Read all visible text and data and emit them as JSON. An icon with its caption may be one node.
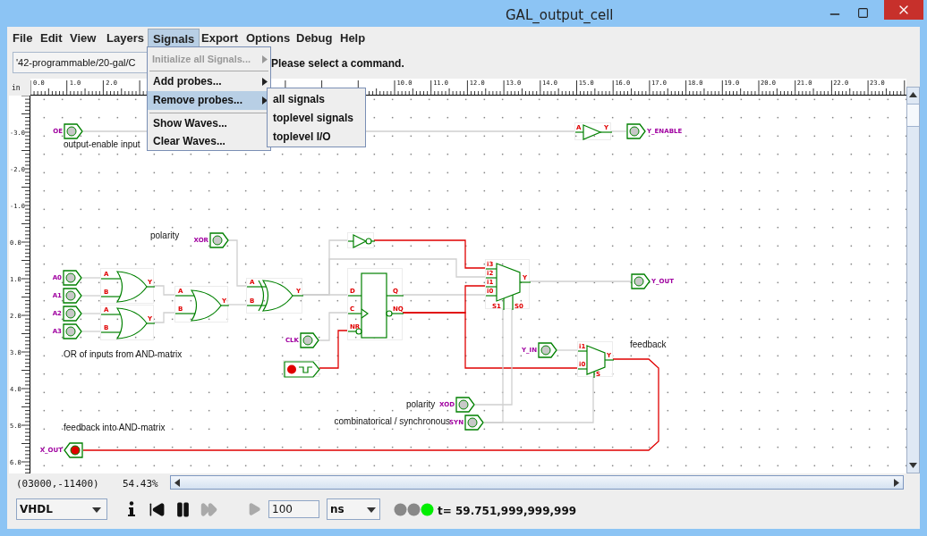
{
  "diagram": {
    "title": "GAL_output_cell",
    "nodes": [
      {
        "text": [
          "OE"
        ]
      },
      {
        "text": [
          "A",
          "Y"
        ]
      },
      {
        "text": [
          "Y_ENABLE"
        ]
      },
      {
        "text": [
          "XOR"
        ]
      },
      {
        "text": [
          "A0"
        ]
      },
      {
        "text": [
          "A1"
        ]
      },
      {
        "text": [
          "A2"
        ]
      },
      {
        "text": [
          "A3"
        ]
      },
      {
        "text": [
          "A",
          "B",
          "Y"
        ]
      },
      {
        "text": [
          "A",
          "B",
          "Y"
        ]
      },
      {
        "text": [
          "A",
          "B",
          "Y"
        ]
      },
      {
        "text": [
          "A",
          "B",
          "Y"
        ]
      },
      {
        "text": [],
        "shape": "triangle"
      },
      {
        "text": [
          "D",
          "C",
          "NR",
          "Q",
          "NQ"
        ]
      },
      {
        "text": [
          "CLK"
        ]
      },
      {
        "text": [],
        "shape": "box"
      },
      {
        "text": [
          "i3",
          "i2",
          "i1",
          "i0",
          "S1",
          "S0",
          "Y"
        ]
      },
      {
        "text": [
          "Y_OUT"
        ]
      },
      {
        "text": [
          "Y_IN"
        ]
      },
      {
        "text": [
          "i1",
          "i0",
          "S",
          "Y"
        ]
      },
      {
        "text": [
          "XOD"
        ]
      },
      {
        "text": [
          "SYN"
        ]
      },
      {
        "text": [
          "X_OUT"
        ]
      }
    ],
    "edges": [
      {
        "from": 0,
        "to": 1,
        "arrow": "none"
      },
      {
        "from": 1,
        "to": 2,
        "arrow": "none"
      },
      {
        "from": 4,
        "to": 8,
        "arrow": "none"
      },
      {
        "from": 5,
        "to": 8,
        "arrow": "none"
      },
      {
        "from": 6,
        "to": 9,
        "arrow": "none"
      },
      {
        "from": 7,
        "to": 9,
        "arrow": "none"
      },
      {
        "from": 8,
        "to": 10,
        "arrow": "none"
      },
      {
        "from": 9,
        "to": 10,
        "arrow": "none"
      },
      {
        "from": 10,
        "to": 11,
        "arrow": "none"
      },
      {
        "from": 3,
        "to": 11,
        "arrow": "none"
      },
      {
        "from": 11,
        "to": 13,
        "arrow": "none"
      },
      {
        "from": 11,
        "to": 12,
        "arrow": "none"
      },
      {
        "from": 11,
        "to": 16,
        "arrow": "none"
      },
      {
        "from": 12,
        "to": 16,
        "arrow": "none",
        "color": "#e00000"
      },
      {
        "from": 13,
        "to": 16,
        "arrow": "none"
      },
      {
        "from": 13,
        "to": 16,
        "arrow": "none",
        "color": "#e00000"
      },
      {
        "from": 13,
        "to": 19,
        "arrow": "none",
        "color": "#e00000"
      },
      {
        "from": 14,
        "to": 13,
        "arrow": "none"
      },
      {
        "from": 15,
        "to": 13,
        "arrow": "none",
        "color": "#e00000"
      },
      {
        "from": 16,
        "to": 17,
        "arrow": "none"
      },
      {
        "from": 18,
        "to": 19,
        "arrow": "none"
      },
      {
        "from": 20,
        "to": 16,
        "arrow": "none"
      },
      {
        "from": 21,
        "to": 16,
        "arrow": "none"
      },
      {
        "from": 21,
        "to": 19,
        "arrow": "none"
      },
      {
        "from": 19,
        "to": 22,
        "arrow": "none",
        "color": "#e00000"
      }
    ],
    "labels": [
      "File",
      "Edit",
      "View",
      "Layers",
      "Signals",
      "Export",
      "Options",
      "Debug",
      "Help",
      "'42-programmable/20-gal/C",
      "Initialize all Signals...",
      "Add probes...",
      "Remove probes...",
      "Show Waves...",
      "Clear Waves...",
      "all signals",
      "toplevel signals",
      "toplevel I/O",
      "Please select a command.",
      "in",
      "0.0",
      "1.0",
      "2.0",
      "10.0",
      "11.0",
      "12.0",
      "13.0",
      "14.0",
      "15.0",
      "16.0",
      "17.0",
      "18.0",
      "19.0",
      "20.0",
      "21.0",
      "22.0",
      "23.0",
      "-3.0",
      "-2.0",
      "-1.0",
      "0.0",
      "1.0",
      "2.0",
      "3.0",
      "4.0",
      "5.0",
      "6.0",
      "output-enable input",
      "polarity",
      "OR of inputs from AND-matrix",
      "polarity",
      "combinatorical / synchronous",
      "feedback",
      "feedback into AND-matrix",
      "(03000,-11400)",
      "54.43%",
      "VHDL",
      "100",
      "ns",
      "t= 59.751,999,999,999"
    ]
  }
}
